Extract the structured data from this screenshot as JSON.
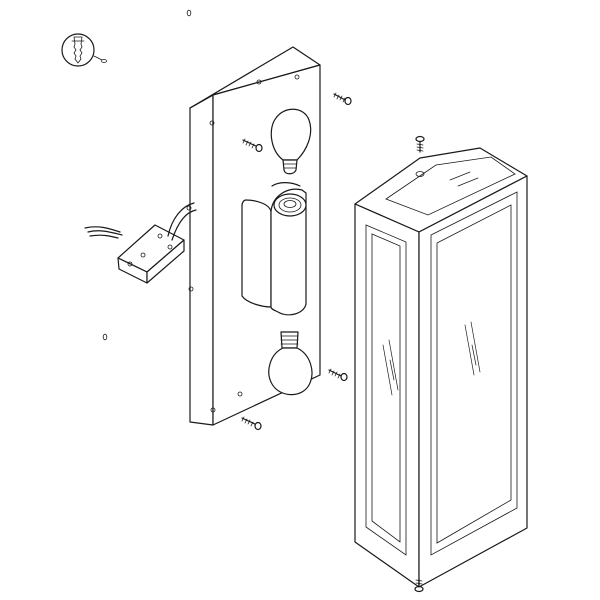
{
  "drawing": {
    "kind": "exploded assembly diagram",
    "labels": [],
    "line_color": "#1a1a1a",
    "background": "#ffffff"
  },
  "parts": [
    {
      "name": "wall-plug-symbol"
    },
    {
      "name": "back-plate"
    },
    {
      "name": "upper-bulb"
    },
    {
      "name": "lamp-socket-shade"
    },
    {
      "name": "lower-bulb"
    },
    {
      "name": "junction-box"
    },
    {
      "name": "supply-wires"
    },
    {
      "name": "mounting-screws",
      "count": 4
    },
    {
      "name": "washers",
      "count": 2
    },
    {
      "name": "glass-housing"
    },
    {
      "name": "top-screw"
    },
    {
      "name": "bottom-screw"
    }
  ]
}
